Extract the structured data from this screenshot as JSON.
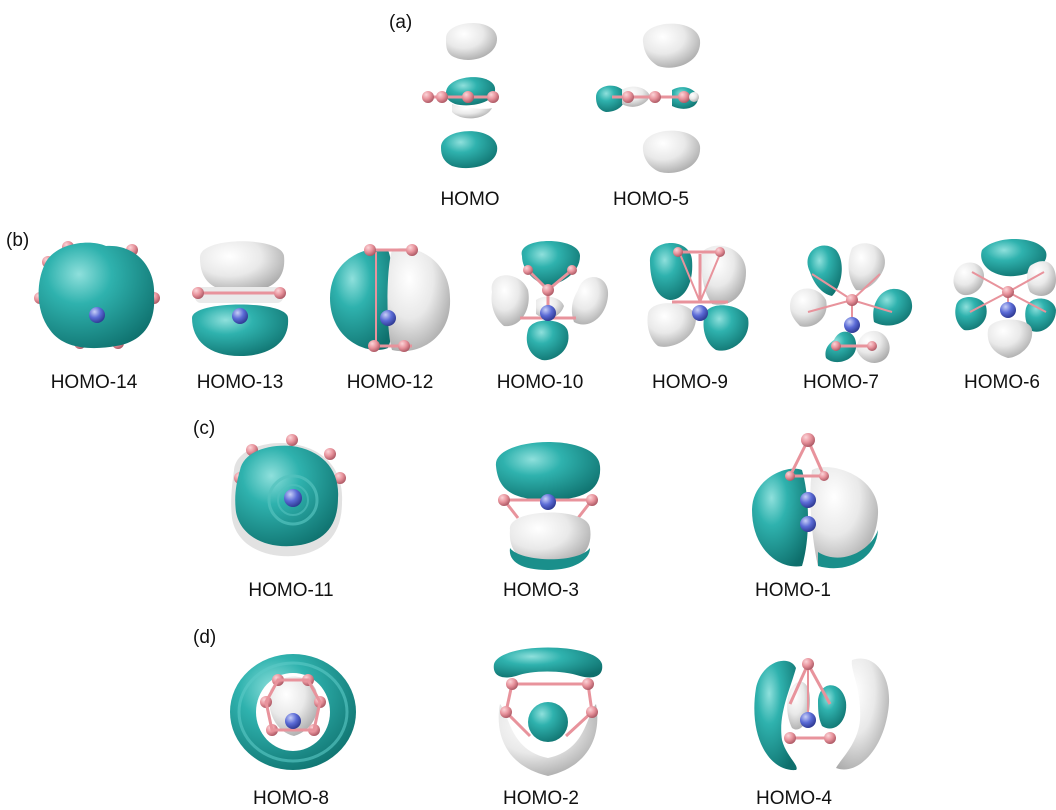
{
  "colors": {
    "phase_positive": "#22a3a0",
    "phase_negative": "#e8e8e8",
    "boron_atom": "#e8939c",
    "nitrogen_atom": "#5b6bd6"
  },
  "panels": [
    {
      "label": "(a)",
      "orbitals": [
        "HOMO",
        "HOMO-5"
      ]
    },
    {
      "label": "(b)",
      "orbitals": [
        "HOMO-14",
        "HOMO-13",
        "HOMO-12",
        "HOMO-10",
        "HOMO-9",
        "HOMO-7",
        "HOMO-6"
      ]
    },
    {
      "label": "(c)",
      "orbitals": [
        "HOMO-11",
        "HOMO-3",
        "HOMO-1"
      ]
    },
    {
      "label": "(d)",
      "orbitals": [
        "HOMO-8",
        "HOMO-2",
        "HOMO-4"
      ]
    }
  ]
}
